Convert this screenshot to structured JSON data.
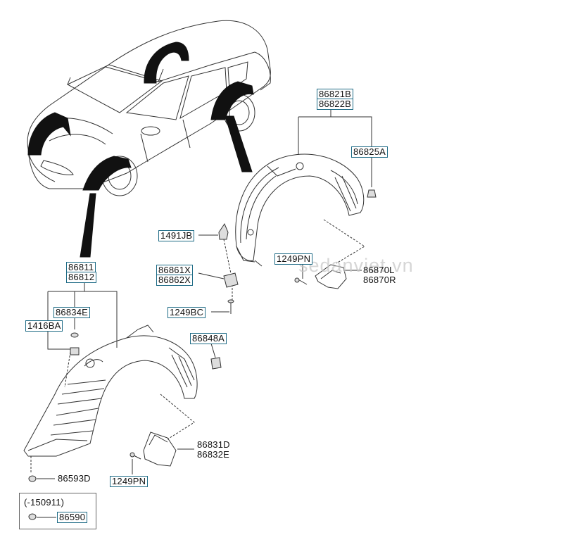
{
  "watermark": "sedanviet.vn",
  "parts": {
    "p86821B": "86821B",
    "p86822B": "86822B",
    "p86825A": "86825A",
    "p1491JB": "1491JB",
    "p1249PN_top": "1249PN",
    "p86870L": "86870L",
    "p86870R": "86870R",
    "p86861X": "86861X",
    "p86862X": "86862X",
    "p1249BC": "1249BC",
    "p86811": "86811",
    "p86812": "86812",
    "p86834E": "86834E",
    "p1416BA": "1416BA",
    "p86848A": "86848A",
    "p86831D": "86831D",
    "p86832E": "86832E",
    "p86593D": "86593D",
    "p1249PN_bottom": "1249PN",
    "p86590": "86590"
  },
  "note": {
    "range": "(-150911)"
  }
}
